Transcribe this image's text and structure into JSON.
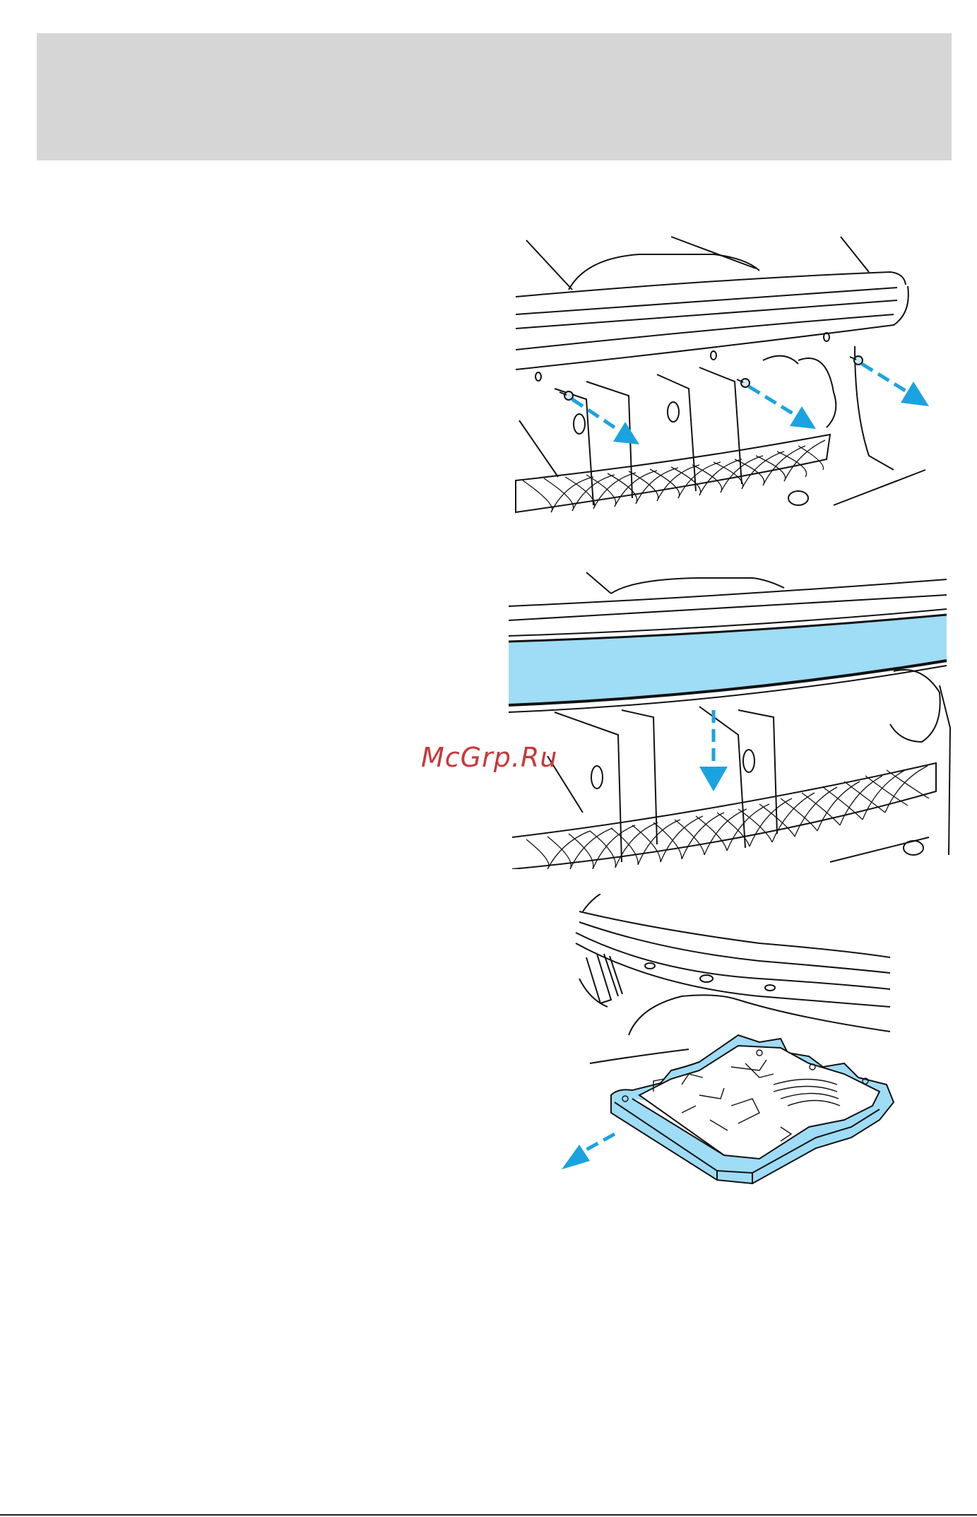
{
  "page": {
    "watermark_text": "McGrp.Ru"
  },
  "colors": {
    "header_band": "#d6d6d6",
    "accent": "#1aa3e0",
    "highlight_fill": "#9fdcf5",
    "line": "#111111"
  },
  "figures": [
    {
      "icon": "bumper-screw-removal-illustration"
    },
    {
      "icon": "bumper-cover-pull-down-illustration"
    },
    {
      "icon": "tray-removal-illustration"
    }
  ]
}
